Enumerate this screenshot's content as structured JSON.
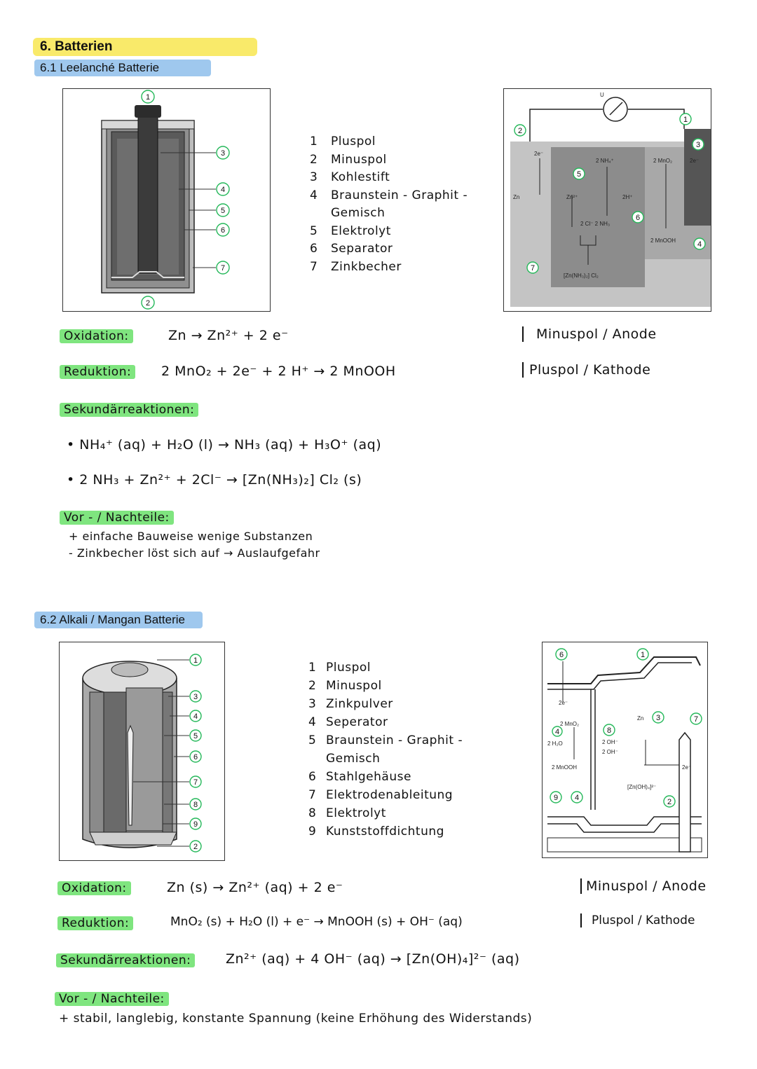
{
  "title": "6. Batterien",
  "section1": {
    "heading": "6.1 Leelanché Batterie",
    "legend": [
      {
        "num": "1",
        "text": "Pluspol"
      },
      {
        "num": "2",
        "text": "Minuspol"
      },
      {
        "num": "3",
        "text": "Kohlestift"
      },
      {
        "num": "4",
        "text": "Braunstein - Graphit -"
      },
      {
        "num": "",
        "text": "Gemisch"
      },
      {
        "num": "5",
        "text": "Elektrolyt"
      },
      {
        "num": "6",
        "text": "Separator"
      },
      {
        "num": "7",
        "text": "Zinkbecher"
      }
    ],
    "oxidation_label": "Oxidation:",
    "oxidation_eq": "Zn  →  Zn²⁺  +  2 e⁻",
    "oxidation_note": "Minuspol / Anode",
    "reduktion_label": "Reduktion:",
    "reduktion_eq": "2 MnO₂  +  2e⁻  +  2 H⁺  →  2 MnOOH",
    "reduktion_note": "Pluspol / Kathode",
    "sek_label": "Sekundärreaktionen:",
    "sek1": "•  NH₄⁺ (aq)  +  H₂O (l)  →  NH₃ (aq)  +  H₃O⁺ (aq)",
    "sek2": "•  2 NH₃  +  Zn²⁺  +  2Cl⁻  →  [Zn(NH₃)₂] Cl₂ (s)",
    "vn_label": "Vor - / Nachteile:",
    "vn": [
      "+  einfache Bauweise  wenige Substanzen",
      "-  Zinkbecher löst sich auf  →  Auslaufgefahr"
    ],
    "diagram_labels": {
      "u": "U",
      "e1": "2e⁻",
      "nh4": "2 NH₄⁺",
      "mno2": "2 MnO₂",
      "e2": "2e⁻",
      "zn": "Zn",
      "zn2": "Zn²⁺",
      "h": "2H⁺",
      "cl": "2 Cl⁻  2 NH₃",
      "mnooh": "2 MnOOH",
      "complex": "[Zn(NH₃)₂] Cl₂"
    }
  },
  "section2": {
    "heading": "6.2 Alkali / Mangan Batterie",
    "legend": [
      {
        "num": "1",
        "text": "Pluspol"
      },
      {
        "num": "2",
        "text": "Minuspol"
      },
      {
        "num": "3",
        "text": "Zinkpulver"
      },
      {
        "num": "4",
        "text": "Seperator"
      },
      {
        "num": "5",
        "text": "Braunstein - Graphit -"
      },
      {
        "num": "",
        "text": "Gemisch"
      },
      {
        "num": "6",
        "text": "Stahlgehäuse"
      },
      {
        "num": "7",
        "text": "Elektrodenableitung"
      },
      {
        "num": "8",
        "text": "Elektrolyt"
      },
      {
        "num": "9",
        "text": "Kunststoffdichtung"
      }
    ],
    "oxidation_label": "Oxidation:",
    "oxidation_eq": "Zn (s)  →  Zn²⁺ (aq)  +  2 e⁻",
    "oxidation_note": "Minuspol / Anode",
    "reduktion_label": "Reduktion:",
    "reduktion_eq": "MnO₂ (s) + H₂O (l) + e⁻ → MnOOH (s) + OH⁻ (aq)",
    "reduktion_note": "Pluspol / Kathode",
    "sek_label": "Sekundärreaktionen:",
    "sek_eq": "Zn²⁺ (aq)  +  4 OH⁻ (aq)  →  [Zn(OH)₄]²⁻ (aq)",
    "vn_label": "Vor - / Nachteile:",
    "vn": [
      "+  stabil,  langlebig,  konstante Spannung  (keine Erhöhung des Widerstands)"
    ],
    "diagram_labels": {
      "e": "2e⁻",
      "mno2": "2 MnO₂",
      "h2o": "2 H₂O",
      "oh1": "2 OH⁻",
      "oh2": "2 OH⁻",
      "mnooh": "2 MnOOH",
      "zn": "Zn",
      "complex": "[Zn(OH)₄]²⁻",
      "e2": "2e⁻"
    }
  }
}
